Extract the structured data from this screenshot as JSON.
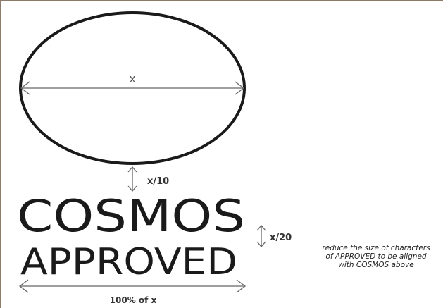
{
  "diagram": {
    "width_label": "x",
    "gap_label": "x/10",
    "line_gap_label": "x/20",
    "brand_word": "COSMOS",
    "sub_word": "APPROVED",
    "bottom_label": "100% of x",
    "note_lines": [
      "reduce the size of characters",
      "of APPROVED to be aligned",
      "with COSMOS above"
    ]
  },
  "colors": {
    "ink": "#1a1a1a",
    "arrow": "#666666",
    "label": "#333333",
    "frame": "#8a7a6a"
  }
}
